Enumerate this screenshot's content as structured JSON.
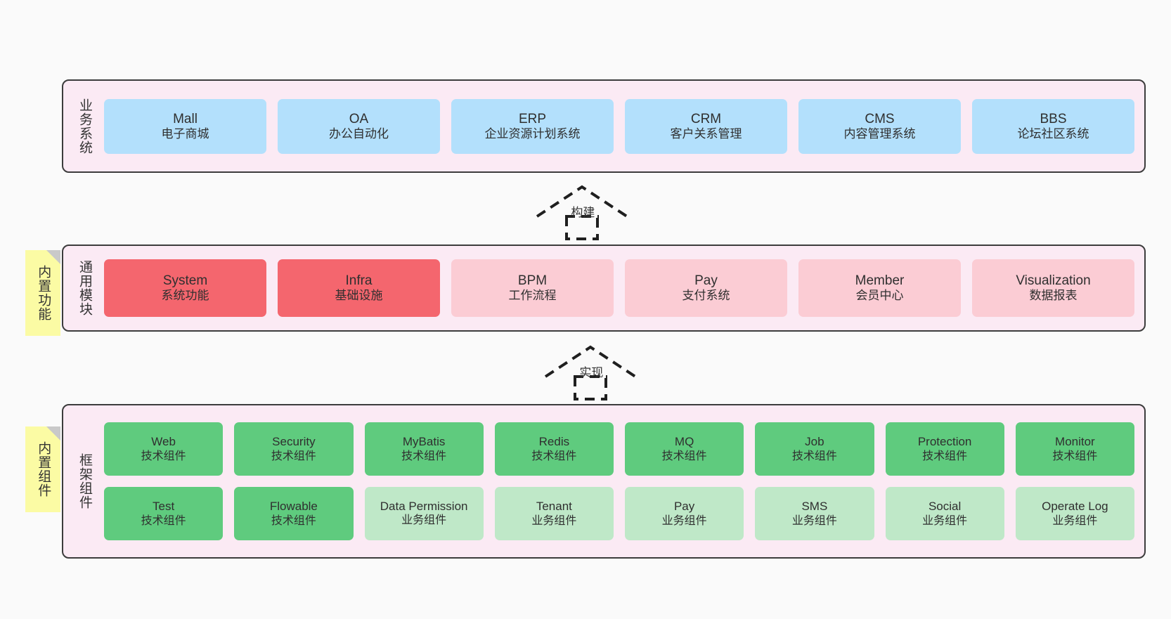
{
  "diagram": {
    "background": "#fafafa",
    "colors": {
      "layer_bg": "#fbeaf4",
      "layer_border": "#3c3c3c",
      "business": "#b3e0fc",
      "module_core": "#f4666e",
      "module_normal": "#fbccd4",
      "tech_component": "#5fcb7e",
      "biz_component": "#bfe8c8",
      "note": "#fbfba4",
      "note_fold": "#c9c9c9"
    }
  },
  "layers": [
    {
      "id": "business-system",
      "label": "业务系统",
      "rows": [
        [
          {
            "en": "Mall",
            "cn": "电子商城",
            "color": "c-blue"
          },
          {
            "en": "OA",
            "cn": "办公自动化",
            "color": "c-blue"
          },
          {
            "en": "ERP",
            "cn": "企业资源计划系统",
            "color": "c-blue"
          },
          {
            "en": "CRM",
            "cn": "客户关系管理",
            "color": "c-blue"
          },
          {
            "en": "CMS",
            "cn": "内容管理系统",
            "color": "c-blue"
          },
          {
            "en": "BBS",
            "cn": "论坛社区系统",
            "color": "c-blue"
          }
        ]
      ]
    },
    {
      "id": "common-module",
      "label": "通用模块",
      "note": "内置功能",
      "rows": [
        [
          {
            "en": "System",
            "cn": "系统功能",
            "color": "c-red"
          },
          {
            "en": "Infra",
            "cn": "基础设施",
            "color": "c-red"
          },
          {
            "en": "BPM",
            "cn": "工作流程",
            "color": "c-pink"
          },
          {
            "en": "Pay",
            "cn": "支付系统",
            "color": "c-pink"
          },
          {
            "en": "Member",
            "cn": "会员中心",
            "color": "c-pink"
          },
          {
            "en": "Visualization",
            "cn": "数据报表",
            "color": "c-pink"
          }
        ]
      ]
    },
    {
      "id": "framework-component",
      "label": "框架组件",
      "note": "内置组件",
      "rows": [
        [
          {
            "en": "Web",
            "cn": "技术组件",
            "color": "c-green"
          },
          {
            "en": "Security",
            "cn": "技术组件",
            "color": "c-green"
          },
          {
            "en": "MyBatis",
            "cn": "技术组件",
            "color": "c-green"
          },
          {
            "en": "Redis",
            "cn": "技术组件",
            "color": "c-green"
          },
          {
            "en": "MQ",
            "cn": "技术组件",
            "color": "c-green"
          },
          {
            "en": "Job",
            "cn": "技术组件",
            "color": "c-green"
          },
          {
            "en": "Protection",
            "cn": "技术组件",
            "color": "c-green"
          },
          {
            "en": "Monitor",
            "cn": "技术组件",
            "color": "c-green"
          }
        ],
        [
          {
            "en": "Test",
            "cn": "技术组件",
            "color": "c-green"
          },
          {
            "en": "Flowable",
            "cn": "技术组件",
            "color": "c-green"
          },
          {
            "en": "Data Permission",
            "cn": "业务组件",
            "color": "c-lgreen"
          },
          {
            "en": "Tenant",
            "cn": "业务组件",
            "color": "c-lgreen"
          },
          {
            "en": "Pay",
            "cn": "业务组件",
            "color": "c-lgreen"
          },
          {
            "en": "SMS",
            "cn": "业务组件",
            "color": "c-lgreen"
          },
          {
            "en": "Social",
            "cn": "业务组件",
            "color": "c-lgreen"
          },
          {
            "en": "Operate Log",
            "cn": "业务组件",
            "color": "c-lgreen"
          }
        ]
      ]
    }
  ],
  "connectors": [
    {
      "id": "build",
      "label": "构建"
    },
    {
      "id": "implement",
      "label": "实现"
    }
  ]
}
